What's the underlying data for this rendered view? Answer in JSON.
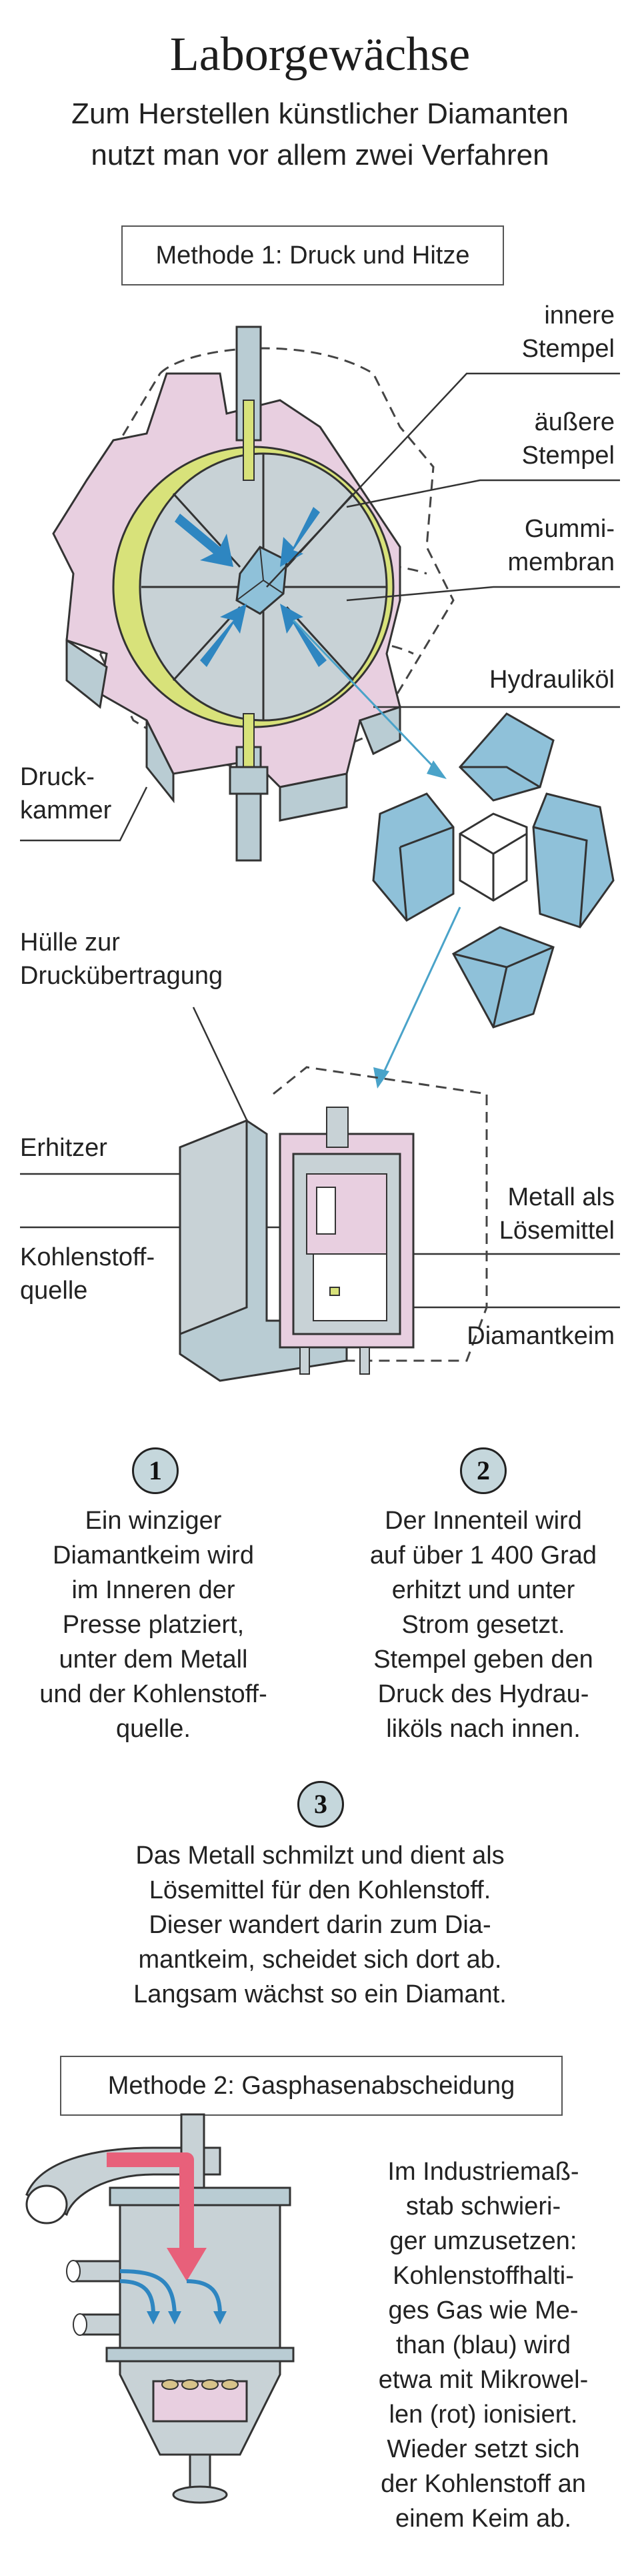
{
  "header": {
    "title": "Laborgewächse",
    "subtitle_line1": "Zum Herstellen künstlicher Diamanten",
    "subtitle_line2": "nutzt man vor allem zwei Verfahren"
  },
  "method1": {
    "heading": "Methode 1: Druck und Hitze",
    "labels": {
      "inner_stamp_1": "innere",
      "inner_stamp_2": "Stempel",
      "outer_stamp_1": "äußere",
      "outer_stamp_2": "Stempel",
      "membrane_1": "Gummi-",
      "membrane_2": "membran",
      "hydraulic_oil": "Hydrauliköl",
      "chamber_1": "Druck-",
      "chamber_2": "kammer",
      "shell_1": "Hülle zur",
      "shell_2": "Druckübertragung",
      "heater": "Erhitzer",
      "carbon_1": "Kohlenstoff-",
      "carbon_2": "quelle",
      "metal_1": "Metall als",
      "metal_2": "Lösemittel",
      "seed": "Diamantkeim"
    },
    "steps": [
      {
        "number": "1",
        "lines": [
          "Ein winziger",
          "Diamantkeim wird",
          "im Inneren der",
          "Presse platziert,",
          "unter dem Metall",
          "und der Kohlenstoff-",
          "quelle."
        ]
      },
      {
        "number": "2",
        "lines": [
          "Der Innenteil wird",
          "auf über 1 400 Grad",
          "erhitzt und unter",
          "Strom gesetzt.",
          "Stempel geben den",
          "Druck des Hydrau-",
          "liköls nach innen."
        ]
      },
      {
        "number": "3",
        "lines": [
          "Das Metall schmilzt und dient als",
          "Lösemittel für den Kohlenstoff.",
          "Dieser wandert darin zum Dia-",
          "mantkeim, scheidet sich dort ab.",
          "Langsam wächst so ein Diamant."
        ]
      }
    ]
  },
  "method2": {
    "heading": "Methode 2: Gasphasenabscheidung",
    "lines": [
      "Im Industriemaß-",
      "stab schwieri-",
      "ger umzusetzen:",
      "Kohlenstoffhalti-",
      "ges Gas wie Me-",
      "than (blau) wird",
      "etwa mit Mikrowel-",
      "len (rot) ionisiert.",
      "Wieder setzt sich",
      "der Kohlenstoff an",
      "einem Keim ab."
    ]
  },
  "colors": {
    "pink": "#e8cfe0",
    "steel_blue": "#b9ccd3",
    "crystal_blue": "#8fc1d9",
    "yellow_green": "#d8e27a",
    "arrow_blue": "#2e86c1",
    "hot_red": "#e8607a",
    "outline": "#333333"
  }
}
